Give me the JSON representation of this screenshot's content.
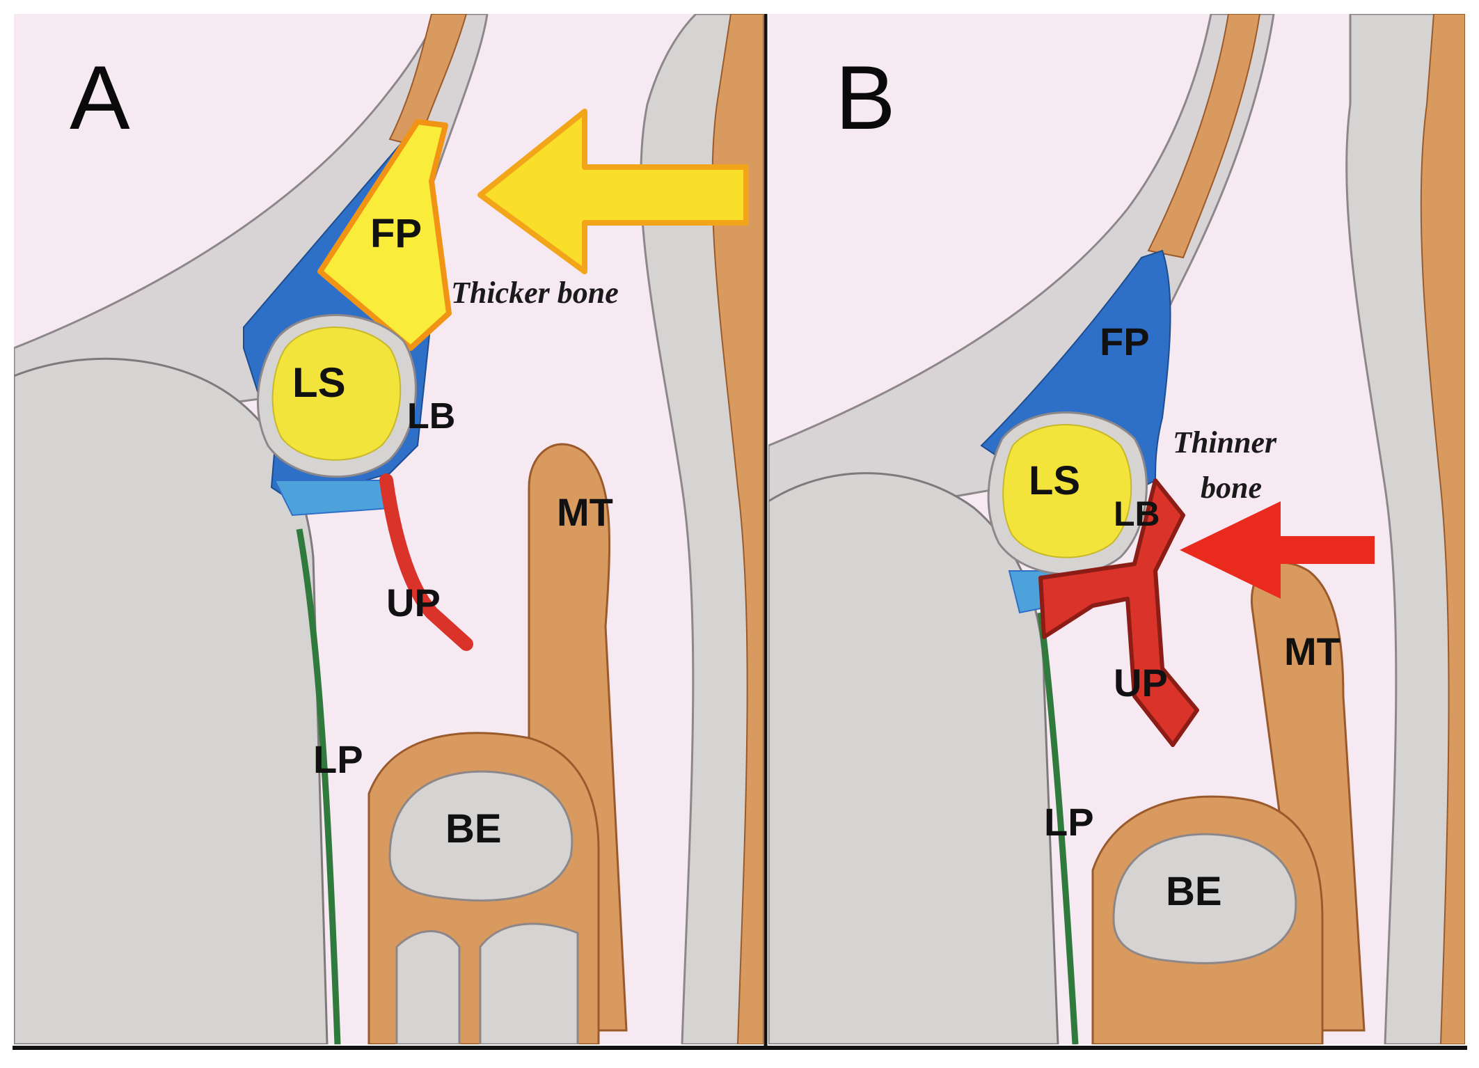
{
  "panels": [
    {
      "letter": "A",
      "note": "Thicker bone",
      "labels": {
        "fp": "FP",
        "ls": "LS",
        "lb": "LB",
        "mt": "MT",
        "up": "UP",
        "lp": "LP",
        "be": "BE"
      },
      "arrow_color": "#f9df2a",
      "fp_color": "#f9ec3a"
    },
    {
      "letter": "B",
      "note_line1": "Thinner",
      "note_line2": "bone",
      "labels": {
        "fp": "FP",
        "ls": "LS",
        "lb": "LB",
        "mt": "MT",
        "up": "UP",
        "lp": "LP",
        "be": "BE"
      },
      "arrow_color": "#ea2a1c",
      "fp_color": "#2e6fc8"
    }
  ],
  "colors": {
    "background": "#f7e9f2",
    "bone": "#d6d3d3",
    "turbinate": "#d99a5f",
    "lamina_papyracea": "#2f7a3c",
    "lacrimal_sac": "#f2e43a",
    "frontal_process": "#2e6fc8",
    "uncinate": "#d9332a"
  }
}
